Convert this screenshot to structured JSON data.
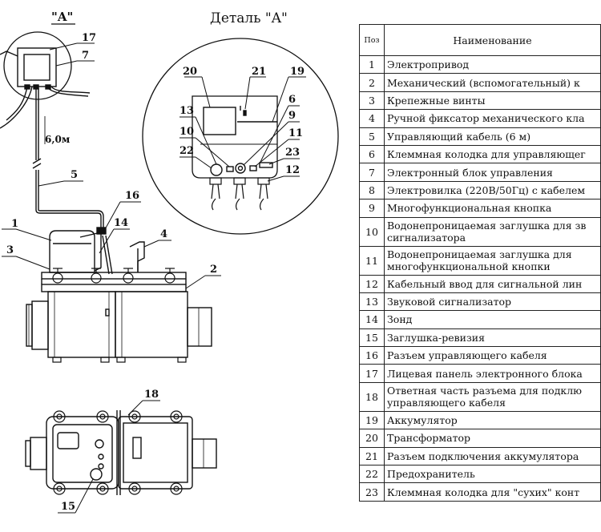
{
  "drawing": {
    "view_a_marker": "\"A\"",
    "detail_title": "Деталь \"A\"",
    "cable_length": "6,0м",
    "callouts_main": [
      "17",
      "7",
      "5",
      "16",
      "1",
      "14",
      "3",
      "4",
      "2",
      "18",
      "15"
    ],
    "callouts_detail": [
      "20",
      "21",
      "19",
      "13",
      "6",
      "10",
      "9",
      "11",
      "22",
      "23",
      "12"
    ]
  },
  "table": {
    "header_pos": "Поз",
    "header_name": "Наименование",
    "rows": [
      {
        "pos": "1",
        "name": "Электропривод"
      },
      {
        "pos": "2",
        "name": "Механический (вспомогательный) к"
      },
      {
        "pos": "3",
        "name": "Крепежные винты"
      },
      {
        "pos": "4",
        "name": "Ручной фиксатор механического кла"
      },
      {
        "pos": "5",
        "name": "Управляющий кабель (6 м)"
      },
      {
        "pos": "6",
        "name": "Клеммная колодка для управляющег"
      },
      {
        "pos": "7",
        "name": "Электронный блок управления"
      },
      {
        "pos": "8",
        "name": "Электровилка (220В/50Гц) с кабелем"
      },
      {
        "pos": "9",
        "name": "Многофункциональная  кнопка"
      },
      {
        "pos": "10",
        "name": "Водонепроницаемая заглушка для зв сигнализатора",
        "tall": true
      },
      {
        "pos": "11",
        "name": "Водонепроницаемая заглушка для многофункциональной кнопки",
        "tall": true
      },
      {
        "pos": "12",
        "name": "Кабельный ввод для сигнальной лин"
      },
      {
        "pos": "13",
        "name": "Звуковой сигнализатор"
      },
      {
        "pos": "14",
        "name": "Зонд"
      },
      {
        "pos": "15",
        "name": "Заглушка-ревизия"
      },
      {
        "pos": "16",
        "name": "Разъем управляющего кабеля"
      },
      {
        "pos": "17",
        "name": "Лицевая панель электронного блока"
      },
      {
        "pos": "18",
        "name": "Ответная часть разъема для подклю управляющего кабеля",
        "tall": true
      },
      {
        "pos": "19",
        "name": "Аккумулятор"
      },
      {
        "pos": "20",
        "name": "Трансформатор"
      },
      {
        "pos": "21",
        "name": "Разъем подключения аккумулятора"
      },
      {
        "pos": "22",
        "name": "Предохранитель"
      },
      {
        "pos": "23",
        "name": "Клеммная колодка для \"сухих\" конт"
      }
    ]
  }
}
